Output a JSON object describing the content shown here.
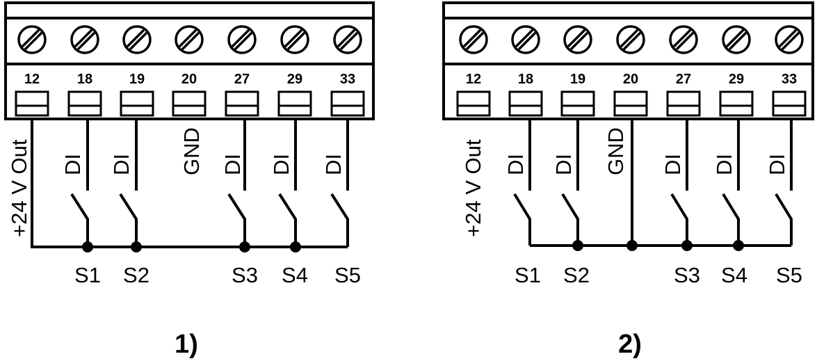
{
  "diagrams": [
    {
      "caption": "1)",
      "terminals": [
        "12",
        "18",
        "19",
        "20",
        "27",
        "29",
        "33"
      ],
      "supply_label": "+24 V Out",
      "wire_labels": [
        "DI",
        "DI",
        "GND",
        "DI",
        "DI",
        "DI"
      ],
      "switch_labels": [
        "S1",
        "S2",
        "S3",
        "S4",
        "S5"
      ]
    },
    {
      "caption": "2)",
      "terminals": [
        "12",
        "18",
        "19",
        "20",
        "27",
        "29",
        "33"
      ],
      "supply_label": "+24 V Out",
      "wire_labels": [
        "DI",
        "DI",
        "GND",
        "DI",
        "DI",
        "DI"
      ],
      "switch_labels": [
        "S1",
        "S2",
        "S3",
        "S4",
        "S5"
      ]
    }
  ]
}
